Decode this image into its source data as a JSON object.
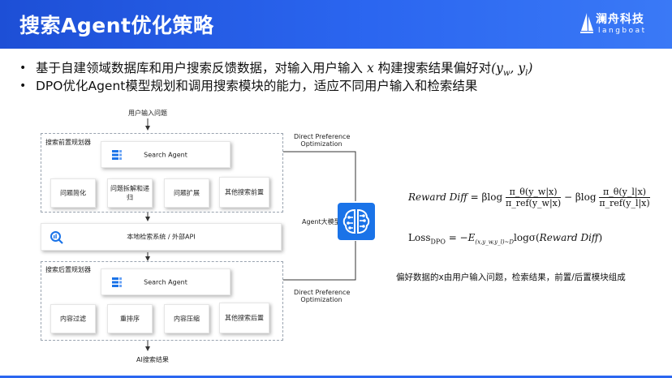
{
  "header": {
    "title": "搜索Agent优化策略",
    "logo_name": "澜舟科技",
    "logo_sub": "langboat",
    "bg_color": "#2b66f0"
  },
  "bullets": [
    {
      "text_a": "基于自建领域数据库和用户搜索反馈数据，对输入用户输入 ",
      "var_x": "x",
      "text_b": " 构建搜索结果偏好对",
      "pair": "(y",
      "w": "w",
      "comma": ", y",
      "l": "l",
      "close": ")"
    },
    {
      "text": "DPO优化Agent模型规划和调用搜索模块的能力，适应不同用户输入和检索结果"
    }
  ],
  "diagram": {
    "input_label": "用户输入问题",
    "pre_planner": {
      "title": "搜索前置规划器",
      "agent": "Search Agent",
      "modules": [
        "问题简化",
        "问题拆解和递归",
        "问题扩展",
        "其他搜索前置"
      ]
    },
    "retrieval": "本地检索系统 / 外部API",
    "post_planner": {
      "title": "搜索后置规划器",
      "agent": "Search Agent",
      "modules": [
        "内容过滤",
        "重排序",
        "内容压缩",
        "其他搜索后置"
      ]
    },
    "output_label": "AI搜索结果",
    "dpo_top": [
      "Direct Preference",
      "Optimization"
    ],
    "dpo_bottom": [
      "Direct Preference",
      "Optimization"
    ],
    "llm_label": "Agent大模型",
    "accent": "#1a73e8"
  },
  "formulas": {
    "reward_lhs": "Reward Diff",
    "eq": " = βlog",
    "num1": "π_θ(y_w|x)",
    "den1": "π_ref(y_w|x)",
    "minus": " − βlog",
    "num2": "π_θ(y_l|x)",
    "den2": "π_ref(y_l|x)",
    "loss_lhs": "Loss",
    "loss_sub": "DPO",
    "loss_eq": " = −",
    "loss_E": "E",
    "loss_E_sub": "(x,y_w,y_l)~D",
    "loss_rhs": "logσ(",
    "loss_arg": "Reward Diff",
    "loss_close": ")"
  },
  "note": "偏好数据的x由用户输入问题，检索结果，前置/后置模块组成"
}
